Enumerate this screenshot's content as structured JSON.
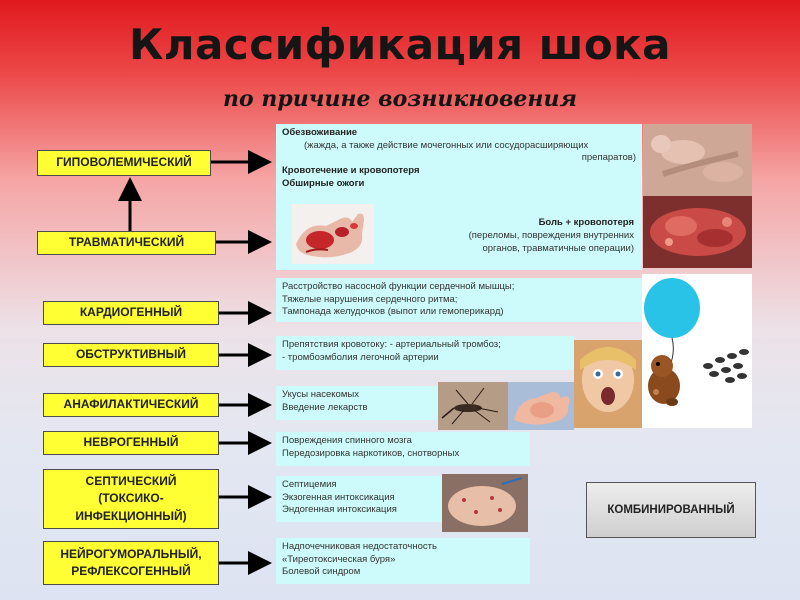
{
  "title": "Классификация шока",
  "subtitle": "по причине возникновения",
  "categories": {
    "hypovolemic": "ГИПОВОЛЕМИЧЕСКИЙ",
    "traumatic": "ТРАВМАТИЧЕСКИЙ",
    "cardiogenic": "КАРДИОГЕННЫЙ",
    "obstructive": "ОБСТРУКТИВНЫЙ",
    "anaphylactic": "АНАФИЛАКТИЧЕСКИЙ",
    "neurogenic": "НЕВРОГЕННЫЙ",
    "septic_l1": "СЕПТИЧЕСКИЙ",
    "septic_l2": "(ТОКСИКО-",
    "septic_l3": "ИНФЕКЦИОННЫЙ)",
    "neuro_l1": "НЕЙРОГУМОРАЛЬНЫЙ,",
    "neuro_l2": "РЕФЛЕКСОГЕННЫЙ",
    "combined": "КОМБИНИРОВАННЫЙ"
  },
  "causes": {
    "hypo_1": "Обезвоживание",
    "hypo_2": "(жажда, а также действие  мочегонных или  сосудорасширяющих",
    "hypo_3": "препаратов)",
    "hypo_4": "Кровотечение и кровопотеря",
    "hypo_5": "Обширные ожоги",
    "trauma_1": "Боль + кровопотеря",
    "trauma_2": "(переломы, повреждения внутренних",
    "trauma_3": "органов, травматичные операции)",
    "cardio_1": "Расстройство насосной функции сердечной мышцы;",
    "cardio_2": "Тяжелые нарушения сердечного ритма;",
    "cardio_3": "Тампонада желудочков (выпот или гемоперикард)",
    "obstr_1": "Препятствия кровотоку: - артериальный тромбоз;",
    "obstr_2": "- тромбоэмболия легочной артерии",
    "ana_1": "Укусы насекомых",
    "ana_2": "Введение лекарств",
    "neuro_1": "Повреждения спинного мозга",
    "neuro_2": "Передозировка наркотиков, снотворных",
    "septic_1": "Септицемия",
    "septic_2": "Экзогенная интоксикация",
    "septic_3": "Эндогенная интоксикация",
    "nh_1": "Надпочечниковая недостаточность",
    "nh_2": "«Тиреотоксическая буря»",
    "nh_3": "Болевой синдром"
  },
  "colors": {
    "label_bg": "#ffff33",
    "info_bg": "#cdfafa",
    "arrow": "#000000",
    "title_gradient_top": "#e0191e"
  },
  "icons": [
    "arrow-right",
    "arrow-up",
    "balloon",
    "bear",
    "bees"
  ]
}
